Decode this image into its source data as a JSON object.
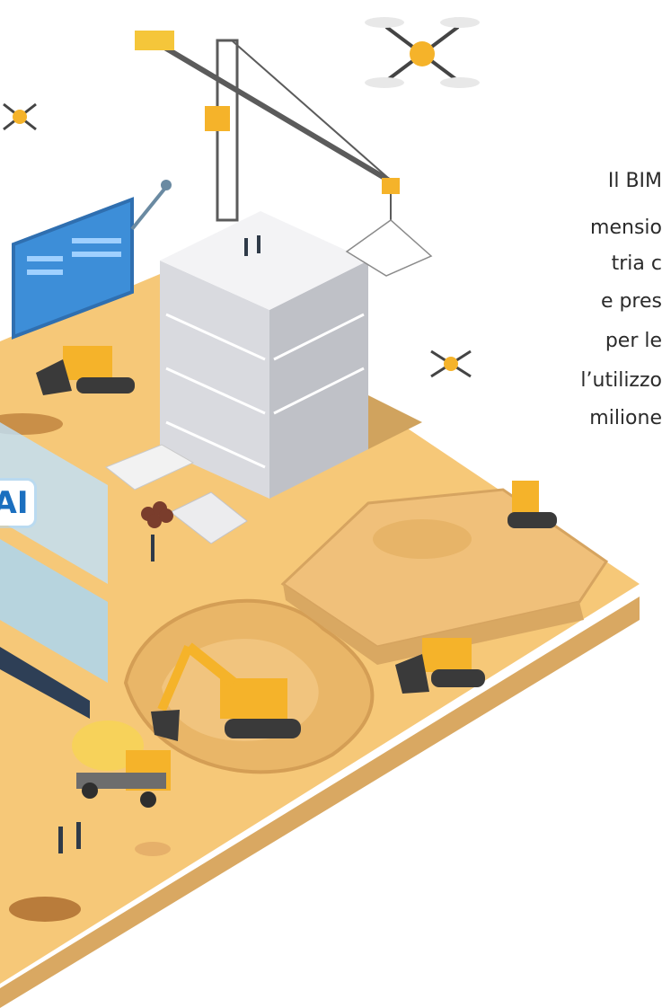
{
  "badge": {
    "label": "AI"
  },
  "text_lines": [
    "Il BIM",
    "mensio",
    "tria c",
    "e pres",
    "per le",
    "l’utilizzo",
    "milione"
  ],
  "colors": {
    "ground": "#f6c878",
    "ground_side": "#d9a862",
    "machine_yellow": "#f5b32a",
    "building": "#ececef",
    "screen": "#3d8ed8",
    "crane": "#5b5b5b"
  },
  "icons": [
    "drone-icon",
    "crane-icon",
    "building-icon",
    "excavator-icon",
    "bulldozer-icon",
    "cement-mixer-icon",
    "monitor-icon",
    "worker-icon"
  ]
}
